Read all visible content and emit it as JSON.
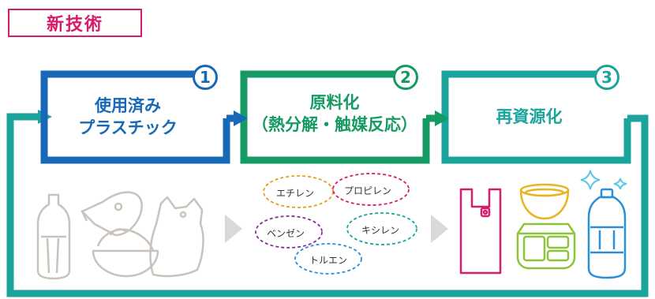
{
  "title": "新技術",
  "steps": [
    {
      "number": "1",
      "label": "使用済み\nプラスチック"
    },
    {
      "number": "2",
      "label": "原料化\n（熱分解・触媒反応）"
    },
    {
      "number": "3",
      "label": "再資源化"
    }
  ],
  "chemicals": [
    "エチレン",
    "プロピレン",
    "ベンゼン",
    "キシレン",
    "トルエン"
  ],
  "colors": {
    "title": "#d81b6a",
    "step1": "#1769b7",
    "step2": "#159a63",
    "step3": "#1aa49c",
    "chevron": "#d9d9d9",
    "outline_products": "#c9c3bb"
  }
}
